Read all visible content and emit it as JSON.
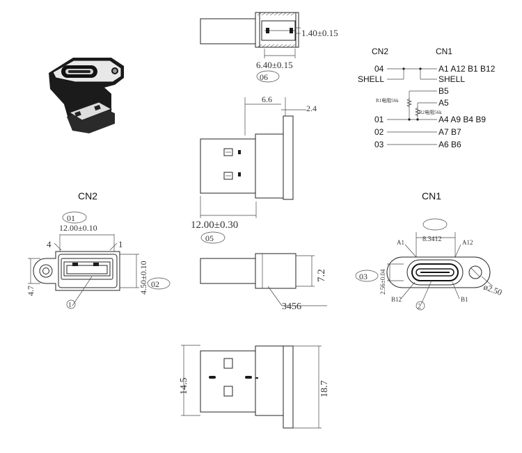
{
  "dims": {
    "top_depth": "1.40±0.15",
    "top_width": "6.40±0.15",
    "mid_a": "6.6",
    "mid_b": "2.4",
    "mid_len": "12.00±0.30",
    "cn2_width": "12.00±0.10",
    "cn2_height": "4.50±0.10",
    "cn2_side": "4.7",
    "side_h": "7.2",
    "bot_left": "14.5",
    "bot_right": "18.7",
    "cn1_pitch": "8.3412",
    "cn1_height": "2.56±0.04",
    "cn1_hole": "ø2.50"
  },
  "callouts": {
    "c06": "06",
    "c05": "05",
    "c01": "01",
    "c02": "02",
    "c03": "03",
    "c3456": "3456",
    "n1": "1",
    "n2": "2"
  },
  "pin_labels": {
    "cn2_left": "4",
    "cn2_right": "1",
    "cn1_a1": "A1",
    "cn1_a12": "A12",
    "cn1_b12": "B12",
    "cn1_b1": "B1"
  },
  "titles": {
    "cn2": "CN2",
    "cn1": "CN1"
  },
  "schematic": {
    "head_cn2": "CN2",
    "head_cn1": "CN1",
    "r1": "R1电阻56k",
    "r2": "R2电阻56k",
    "rows": [
      {
        "left": "04",
        "right": "A1 A12 B1 B12"
      },
      {
        "left": "SHELL",
        "right": "SHELL"
      },
      {
        "left": "",
        "right": "B5"
      },
      {
        "left": "",
        "right": "A5"
      },
      {
        "left": "01",
        "right": "A4 A9 B4 B9"
      },
      {
        "left": "02",
        "right": "A7  B7"
      },
      {
        "left": "03",
        "right": "A6  B6"
      }
    ]
  }
}
